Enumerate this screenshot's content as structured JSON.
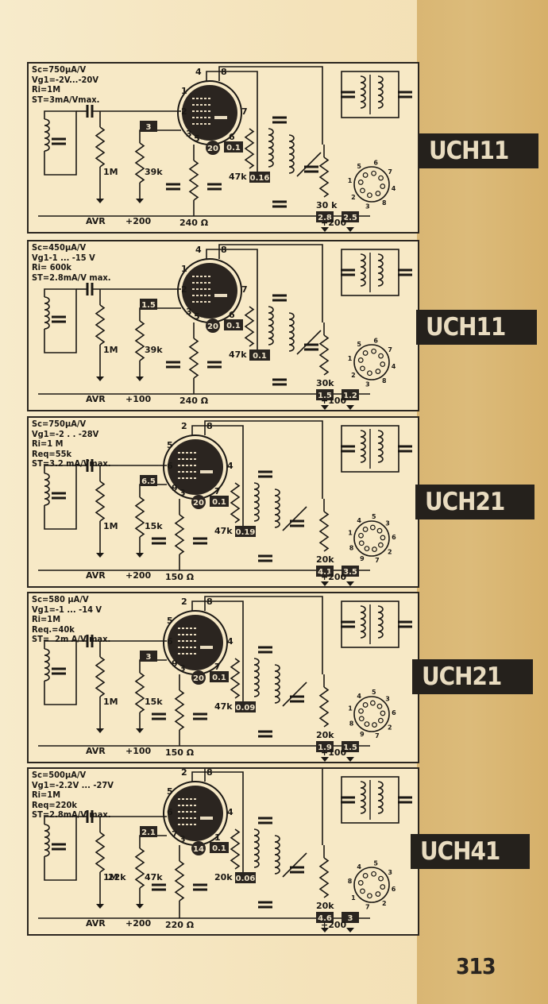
{
  "panels": [
    {
      "spec": [
        "Sc=750µA/V",
        "Vg1=-2V...-20V",
        "Ri=1M",
        "ST=3mA/Vmax."
      ],
      "tube_label": "UCH11",
      "values": {
        "r_grid": "1M",
        "avr": "AVR",
        "r2": "39k",
        "box_g2": "3",
        "supply_left": "+200",
        "rk": "240 Ω",
        "cap_k": "20",
        "cap_b": "0.1",
        "r_osc": "47k",
        "box_osc": "0.16",
        "r_anode": "30 k",
        "box_a1": "2.8",
        "box_a2": "2.5",
        "supply_right": "+200"
      },
      "pins": {
        "p1": "1",
        "p2": "2",
        "p3": "3",
        "p4": "4",
        "p5": "5",
        "p6": "6",
        "p7": "7",
        "p8": "8"
      },
      "socket": [
        "5",
        "6",
        "7",
        "4",
        "8",
        "3",
        "2",
        "1"
      ]
    },
    {
      "spec": [
        "Sc=450µA/V",
        "Vg1-1 ... -15 V",
        "Ri= 600k",
        "ST=2.8mA/V max."
      ],
      "tube_label": "UCH11",
      "values": {
        "r_grid": "1M",
        "avr": "AVR",
        "r2": "39k",
        "box_g2": "1.5",
        "supply_left": "+100",
        "rk": "240 Ω",
        "cap_k": "20",
        "cap_b": "0.1",
        "r_osc": "47k",
        "box_osc": "0.1",
        "r_anode": "30k",
        "box_a1": "1.5",
        "box_a2": "1.2",
        "supply_right": "+100"
      },
      "pins": {
        "p1": "1",
        "p2": "2",
        "p3": "3",
        "p4": "4",
        "p5": "5",
        "p6": "6",
        "p7": "7",
        "p8": "8"
      },
      "socket": [
        "5",
        "6",
        "7",
        "4",
        "8",
        "3",
        "2",
        "1"
      ]
    },
    {
      "spec": [
        "Sc=750µA/V",
        "Vg1=-2 . . -28V",
        "Ri=1 M",
        "Req=55k",
        "ST=3.2 mA/Vmax."
      ],
      "tube_label": "UCH21",
      "values": {
        "r_grid": "1M",
        "avr": "AVR",
        "r2": "15k",
        "box_g2": "6.5",
        "supply_left": "+200",
        "rk": "150 Ω",
        "cap_k": "20",
        "cap_b": "0.1",
        "r_osc": "47k",
        "box_osc": "0.19",
        "r_anode": "20k",
        "box_a1": "4.1",
        "box_a2": "3.5",
        "supply_right": "+200"
      },
      "pins": {
        "p1": "5",
        "p2": "6",
        "p3": "9",
        "p4": "2",
        "p5": "3",
        "p6": "7",
        "p7": "4",
        "p8": "8"
      },
      "socket": [
        "4",
        "5",
        "3",
        "6",
        "2",
        "7",
        "9",
        "8",
        "1"
      ]
    },
    {
      "spec": [
        "Sc=580 µA/V",
        "Vg1=-1 ... -14 V",
        "Ri=1M",
        "Req.=40k",
        "ST=  2m A/V max."
      ],
      "tube_label": "UCH21",
      "values": {
        "r_grid": "1M",
        "avr": "AVR",
        "r2": "15k",
        "box_g2": "3",
        "supply_left": "+100",
        "rk": "150 Ω",
        "cap_k": "20",
        "cap_b": "0.1",
        "r_osc": "47k",
        "box_osc": "0.09",
        "r_anode": "20k",
        "box_a1": "1.9",
        "box_a2": "1.5",
        "supply_right": "+100"
      },
      "pins": {
        "p1": "5",
        "p2": "6",
        "p3": "9",
        "p4": "2",
        "p5": "3",
        "p6": "7",
        "p7": "4",
        "p8": "8"
      },
      "socket": [
        "4",
        "5",
        "3",
        "6",
        "2",
        "7",
        "9",
        "8",
        "1"
      ]
    },
    {
      "spec": [
        "Sc=500µA/V",
        "Vg1=-2.2V ... -27V",
        "Ri=1M",
        "Req=220k",
        "ST=2.8mA/V max."
      ],
      "tube_label": "UCH41",
      "values": {
        "r_grid": "1M",
        "avr": "AVR",
        "r2": "47k",
        "r2b": "22k",
        "box_g2": "2.1",
        "supply_left": "+200",
        "rk": "220 Ω",
        "cap_k": "14",
        "cap_b": "0.1",
        "r_osc": "20k",
        "box_osc": "0.06",
        "r_anode": "20k",
        "box_a1": "4.6",
        "box_a2": "3",
        "supply_right": "+200"
      },
      "pins": {
        "p1": "5",
        "p2": "6",
        "p3": "7",
        "p4": "2",
        "p5": "3",
        "p6": "1",
        "p7": "4",
        "p8": "8"
      },
      "socket": [
        "4",
        "5",
        "3",
        "6",
        "2",
        "7",
        "1",
        "8"
      ]
    }
  ],
  "page_number": "313"
}
